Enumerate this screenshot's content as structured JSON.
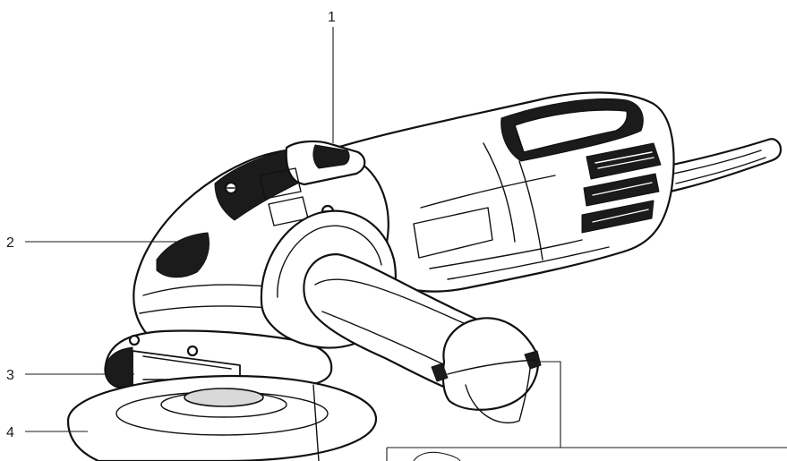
{
  "diagram": {
    "callouts": [
      {
        "id": "1",
        "label": "1"
      },
      {
        "id": "2",
        "label": "2"
      },
      {
        "id": "3",
        "label": "3"
      },
      {
        "id": "4",
        "label": "4"
      }
    ],
    "colors": {
      "ink": "#111111",
      "fill_dark": "#1b1b1b",
      "fill_light": "#d9d9d9",
      "background": "#ffffff"
    }
  }
}
